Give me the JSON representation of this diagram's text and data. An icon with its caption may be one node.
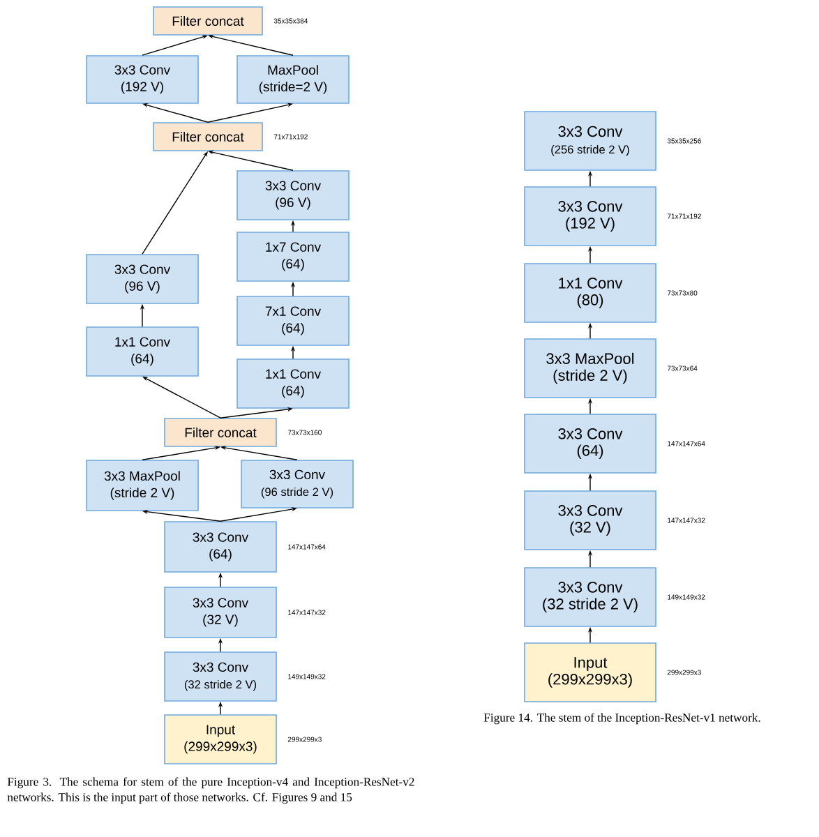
{
  "diagram": {
    "caption": "Figure 3. The schema for stem of the pure Inception-v4 and Inception-ResNet-v2 networks. This is the input part of those networks. Cf. Figures 9 and 15",
    "nodes": [
      {
        "text": [
          "Filter concat"
        ],
        "beside": [
          "35x35x384"
        ]
      },
      {
        "text": [
          "3x3 Conv",
          "(192 V)"
        ]
      },
      {
        "text": [
          "MaxPool",
          "(stride=2 V)"
        ]
      },
      {
        "text": [
          "Filter concat"
        ],
        "beside": [
          "71x71x192"
        ]
      },
      {
        "text": [
          "3x3 Conv",
          "(96 V)"
        ]
      },
      {
        "text": [
          "3x3 Conv",
          "(96 V)"
        ]
      },
      {
        "text": [
          "1x7 Conv",
          "(64)"
        ]
      },
      {
        "text": [
          "7x1 Conv",
          "(64)"
        ]
      },
      {
        "text": [
          "1x1 Conv",
          "(64)"
        ]
      },
      {
        "text": [
          "1x1 Conv",
          "(64)"
        ]
      },
      {
        "text": [
          "Filter concat"
        ],
        "beside": [
          "73x73x160"
        ]
      },
      {
        "text": [
          "3x3 MaxPool",
          "(stride 2 V)"
        ]
      },
      {
        "text": [
          "3x3 Conv",
          "(96 stride 2 V)"
        ]
      },
      {
        "text": [
          "3x3 Conv",
          "(64)"
        ],
        "beside": [
          "147x147x64"
        ]
      },
      {
        "text": [
          "3x3 Conv",
          "(32 V)"
        ],
        "beside": [
          "147x147x32"
        ]
      },
      {
        "text": [
          "3x3 Conv",
          "(32 stride 2 V)"
        ],
        "beside": [
          "149x149x32"
        ]
      },
      {
        "text": [
          "Input",
          "(299x299x3)"
        ],
        "beside": [
          "299x299x3"
        ]
      },
      {
        "text": [
          "3x3 Conv",
          "(256 stride 2 V)"
        ],
        "beside": [
          "35x35x256"
        ]
      },
      {
        "text": [
          "3x3 Conv",
          "(192 V)"
        ],
        "beside": [
          "71x71x192"
        ]
      },
      {
        "text": [
          "1x1 Conv",
          "(80)"
        ],
        "beside": [
          "73x73x80"
        ]
      },
      {
        "text": [
          "3x3 MaxPool",
          "(stride 2 V)"
        ],
        "beside": [
          "73x73x64"
        ]
      },
      {
        "text": [
          "3x3 Conv",
          "(64)"
        ],
        "beside": [
          "147x147x64"
        ]
      },
      {
        "text": [
          "3x3 Conv",
          "(32 V)"
        ],
        "beside": [
          "147x147x32"
        ]
      },
      {
        "text": [
          "3x3 Conv",
          "(32 stride 2 V)"
        ],
        "beside": [
          "149x149x32"
        ]
      },
      {
        "text": [
          "Input",
          "(299x299x3)"
        ],
        "beside": [
          "299x299x3"
        ]
      }
    ],
    "edges": [
      {
        "from": 16,
        "to": 15,
        "arrow": "to"
      },
      {
        "from": 15,
        "to": 14,
        "arrow": "to"
      },
      {
        "from": 14,
        "to": 13,
        "arrow": "to"
      },
      {
        "from": 13,
        "to": 11,
        "arrow": "to"
      },
      {
        "from": 13,
        "to": 12,
        "arrow": "to"
      },
      {
        "from": 11,
        "to": 10,
        "arrow": "to"
      },
      {
        "from": 12,
        "to": 10,
        "arrow": "to"
      },
      {
        "from": 10,
        "to": 8,
        "arrow": "to"
      },
      {
        "from": 10,
        "to": 9,
        "arrow": "to"
      },
      {
        "from": 8,
        "to": 5,
        "arrow": "to"
      },
      {
        "from": 9,
        "to": 7,
        "arrow": "to"
      },
      {
        "from": 7,
        "to": 6,
        "arrow": "to"
      },
      {
        "from": 6,
        "to": 4,
        "arrow": "to"
      },
      {
        "from": 5,
        "to": 3,
        "arrow": "to"
      },
      {
        "from": 4,
        "to": 3,
        "arrow": "to"
      },
      {
        "from": 3,
        "to": 1,
        "arrow": "to"
      },
      {
        "from": 3,
        "to": 2,
        "arrow": "to"
      },
      {
        "from": 1,
        "to": 0,
        "arrow": "to"
      },
      {
        "from": 2,
        "to": 0,
        "arrow": "to"
      },
      {
        "from": 24,
        "to": 23,
        "arrow": "to"
      },
      {
        "from": 23,
        "to": 22,
        "arrow": "to"
      },
      {
        "from": 22,
        "to": 21,
        "arrow": "to"
      },
      {
        "from": 21,
        "to": 20,
        "arrow": "to"
      },
      {
        "from": 20,
        "to": 19,
        "arrow": "to"
      },
      {
        "from": 19,
        "to": 18,
        "arrow": "to"
      },
      {
        "from": 18,
        "to": 17,
        "arrow": "to"
      }
    ],
    "labels": [
      "Figure 14. The stem of the Inception-ResNet-v1 network."
    ]
  }
}
